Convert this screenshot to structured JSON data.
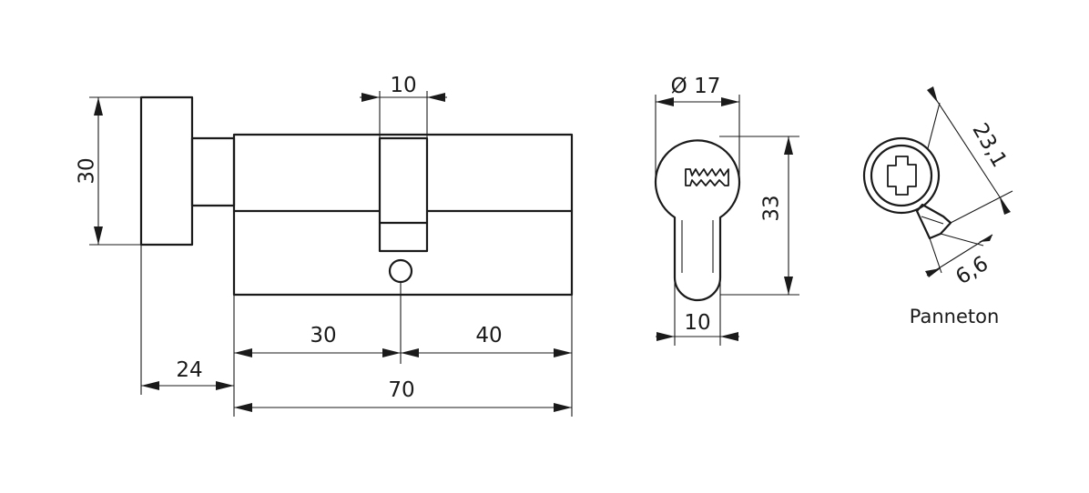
{
  "dimensions": {
    "knob_height": "30",
    "cam_width": "10",
    "knob_offset": "24",
    "left_length": "30",
    "right_length": "40",
    "total_length": "70",
    "diameter": "Ø 17",
    "profile_height": "33",
    "profile_width": "10",
    "cam_radius": "23,1",
    "cam_thickness": "6,6"
  },
  "labels": {
    "cam_caption": "Panneton"
  }
}
